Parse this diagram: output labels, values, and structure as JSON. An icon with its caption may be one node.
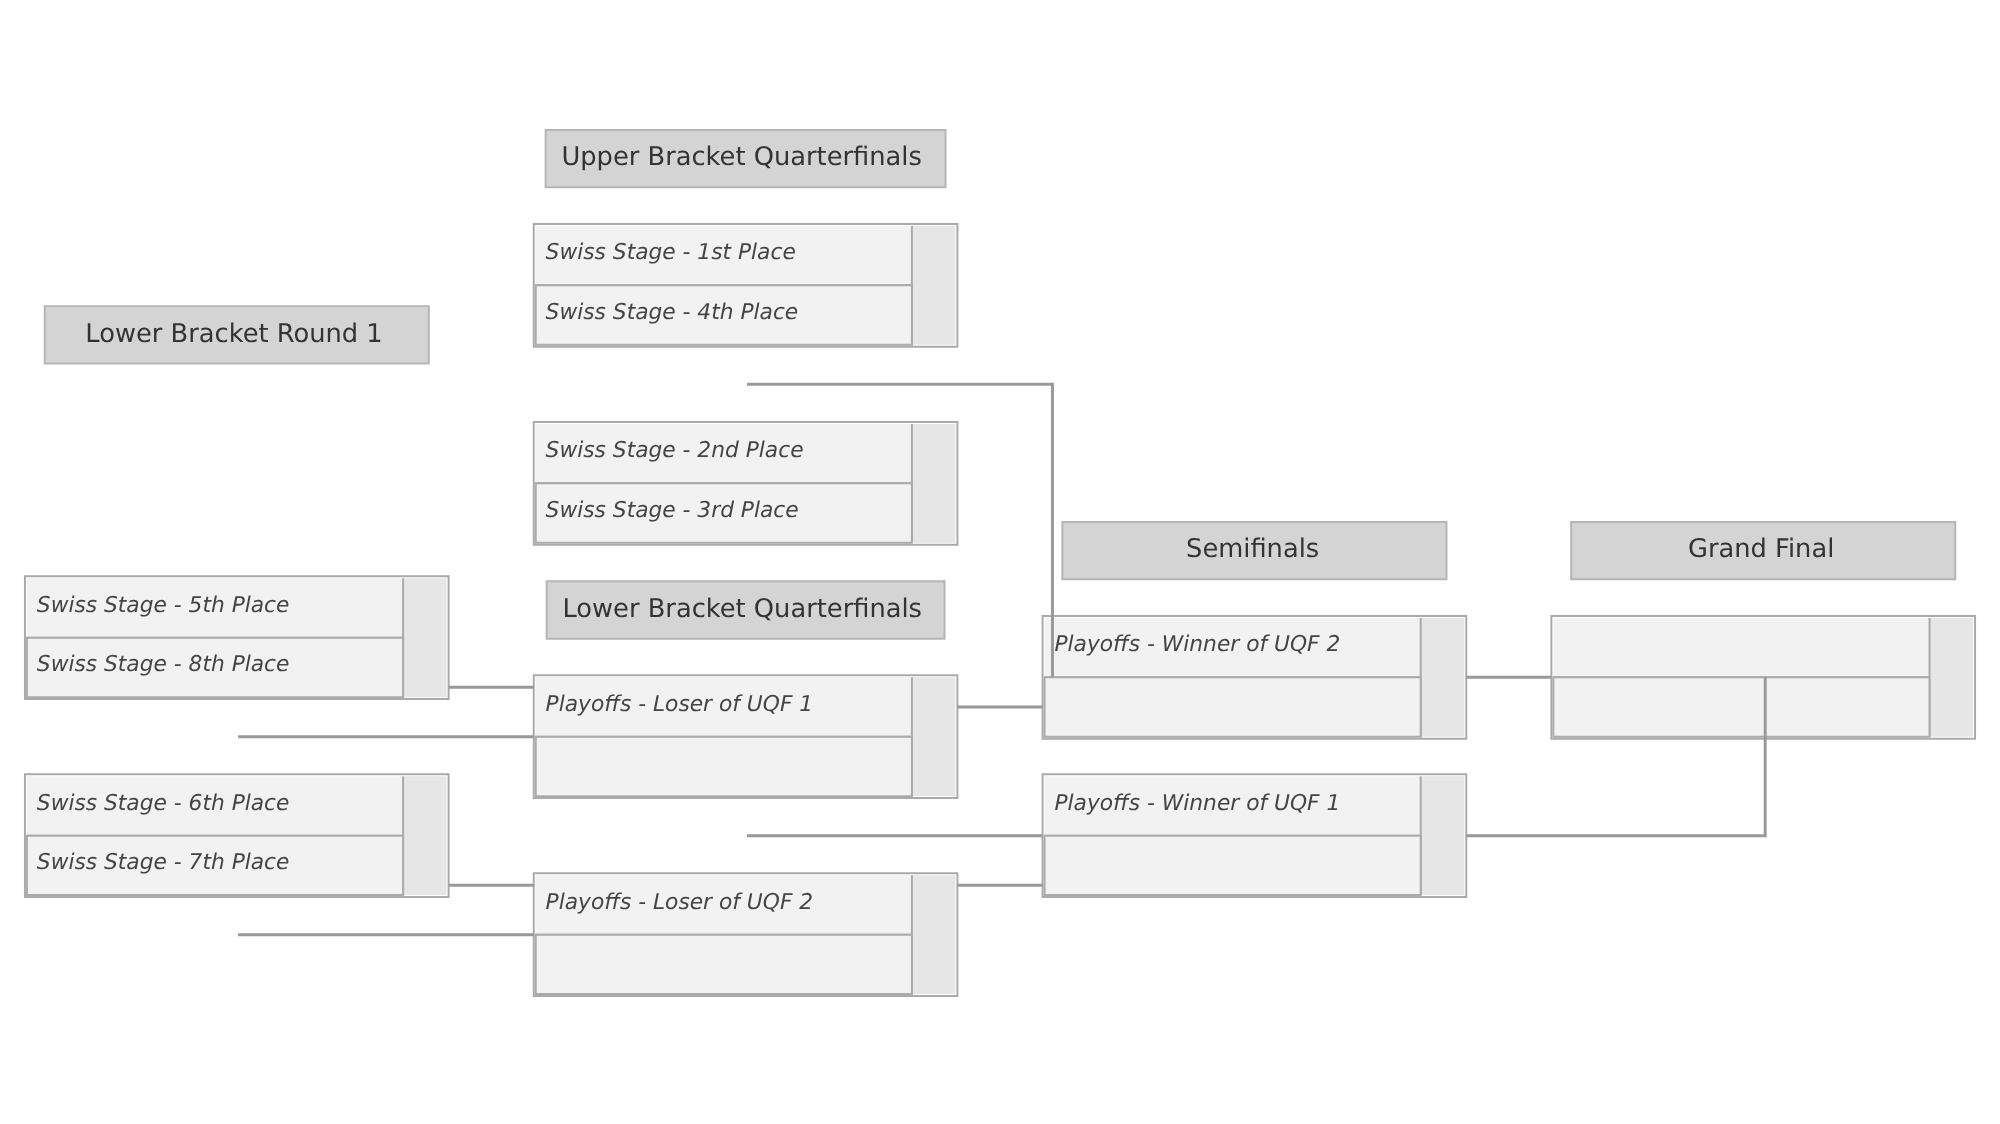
{
  "diagram": {
    "nodes": [
      {
        "text": [
          "Upper Bracket Quarterfinals"
        ]
      },
      {
        "text": [
          "Swiss Stage - 1st Place",
          "Swiss Stage - 4th Place"
        ]
      },
      {
        "text": [
          "Swiss Stage - 2nd Place",
          "Swiss Stage - 3rd Place"
        ]
      },
      {
        "text": [
          "Lower Bracket Round 1"
        ]
      },
      {
        "text": [
          "Lower Bracket Quarterfinals"
        ]
      },
      {
        "text": [
          "Semifinals"
        ]
      },
      {
        "text": [
          "Grand Final"
        ]
      },
      {
        "text": [
          "Swiss Stage - 5th Place",
          "Swiss Stage - 8th Place"
        ]
      },
      {
        "text": [
          "Swiss Stage - 6th Place",
          "Swiss Stage - 7th Place"
        ]
      },
      {
        "text": [
          "Playoffs - Loser of UQF 1"
        ]
      },
      {
        "text": [
          "Playoffs - Loser of UQF 2"
        ]
      },
      {
        "text": [
          "Playoffs - Winner of UQF 2"
        ]
      },
      {
        "text": [
          "Playoffs - Winner of UQF 1"
        ]
      },
      {
        "text": [],
        "shape": "box"
      }
    ],
    "edges": [
      {
        "from": 7,
        "to": 9,
        "arrow": "none"
      },
      {
        "from": 8,
        "to": 10,
        "arrow": "none"
      },
      {
        "from": null,
        "to": 9,
        "arrow": "none"
      },
      {
        "from": null,
        "to": 10,
        "arrow": "none"
      },
      {
        "from": 9,
        "to": 11,
        "arrow": "none"
      },
      {
        "from": 10,
        "to": 12,
        "arrow": "none"
      },
      {
        "from": null,
        "to": 11,
        "arrow": "none"
      },
      {
        "from": null,
        "to": 12,
        "arrow": "none"
      },
      {
        "from": 11,
        "to": 13,
        "arrow": "none"
      },
      {
        "from": 12,
        "to": 13,
        "arrow": "none"
      }
    ]
  }
}
